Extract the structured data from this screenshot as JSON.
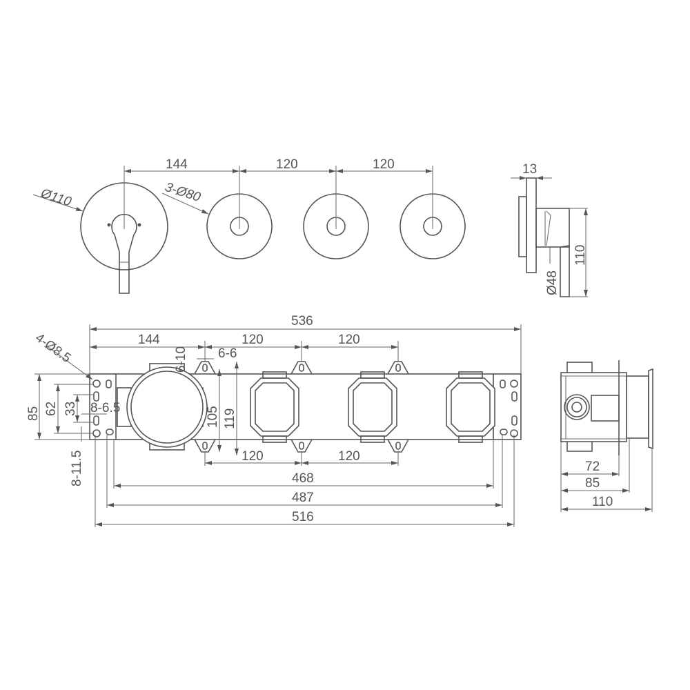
{
  "front_view": {
    "diameter_main": "Ø110",
    "diameter_small": "3-Ø80",
    "spacing": [
      "144",
      "120",
      "120"
    ]
  },
  "side_view_top": {
    "plate_thickness": "13",
    "body_diameter": "Ø48",
    "height": "110"
  },
  "rough_in_view": {
    "overall_length": "536",
    "spacing_top": [
      "144",
      "120",
      "120"
    ],
    "spacing_bottom": [
      "120",
      "120"
    ],
    "lengths": [
      "468",
      "487",
      "516"
    ],
    "heights": [
      "85",
      "62",
      "33"
    ],
    "mount_holes": "4-Ø8.5",
    "slot_a": "8-6.5",
    "slot_b": "8-11.5",
    "slot_c": "6-10",
    "slot_d": "6-6",
    "inner_heights": [
      "105",
      "119"
    ]
  },
  "side_view_bottom": {
    "depths": [
      "72",
      "85",
      "110"
    ]
  },
  "colors": {
    "line": "#555555",
    "background": "#ffffff"
  }
}
